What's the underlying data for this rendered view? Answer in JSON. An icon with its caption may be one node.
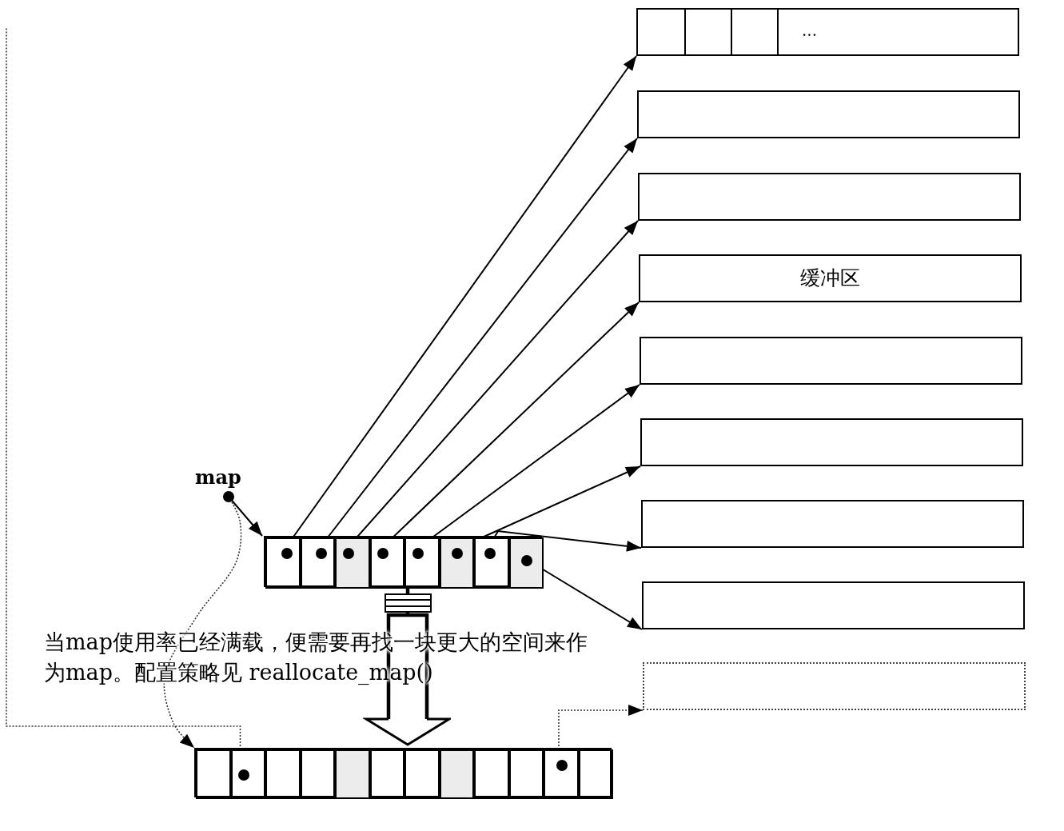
{
  "diagram": {
    "nodes": [
      {
        "text": [
          "map"
        ]
      },
      {
        "text": [],
        "shape": "box"
      },
      {
        "text": [],
        "shape": "box",
        "in": 1
      },
      {
        "text": [],
        "shape": "box",
        "in": 1
      },
      {
        "text": [],
        "shape": "box",
        "in": 1
      },
      {
        "text": [],
        "shape": "box",
        "in": 1
      },
      {
        "text": [],
        "shape": "box",
        "in": 1
      },
      {
        "text": [],
        "shape": "box",
        "in": 1
      },
      {
        "text": [],
        "shape": "box",
        "in": 1
      },
      {
        "text": [],
        "shape": "box",
        "in": 1
      },
      {
        "text": [
          "..."
        ]
      },
      {
        "text": [],
        "shape": "box"
      },
      {
        "text": [],
        "shape": "box"
      },
      {
        "text": [
          "缓冲区"
        ]
      },
      {
        "text": [],
        "shape": "box"
      },
      {
        "text": [],
        "shape": "box"
      },
      {
        "text": [],
        "shape": "box"
      },
      {
        "text": [],
        "shape": "box"
      },
      {
        "text": [],
        "shape": "box"
      },
      {
        "text": [],
        "shape": "box"
      },
      {
        "text": [],
        "shape": "box",
        "in": 19
      },
      {
        "text": [],
        "shape": "box",
        "in": 19
      },
      {
        "text": [],
        "shape": "box",
        "in": 19
      },
      {
        "text": [],
        "shape": "box",
        "in": 19
      },
      {
        "text": [],
        "shape": "box",
        "in": 19
      },
      {
        "text": [],
        "shape": "box",
        "in": 19
      },
      {
        "text": [],
        "shape": "box",
        "in": 19
      },
      {
        "text": [],
        "shape": "box",
        "in": 19
      },
      {
        "text": [],
        "shape": "box",
        "in": 19
      },
      {
        "text": [],
        "shape": "box",
        "in": 19
      },
      {
        "text": [],
        "shape": "box",
        "in": 19
      },
      {
        "text": [],
        "shape": "box",
        "in": 19
      }
    ],
    "edges": [
      {
        "from": 0,
        "to": 1,
        "arrow": "to"
      },
      {
        "from": 0,
        "to": 19,
        "arrow": "to",
        "style": "dashed"
      },
      {
        "from": 2,
        "to": 10,
        "arrow": "to"
      },
      {
        "from": 3,
        "to": 11,
        "arrow": "to"
      },
      {
        "from": 4,
        "to": 12,
        "arrow": "to"
      },
      {
        "from": 5,
        "to": 13,
        "arrow": "to"
      },
      {
        "from": 6,
        "to": 14,
        "arrow": "to"
      },
      {
        "from": 7,
        "to": 15,
        "arrow": "to"
      },
      {
        "from": 8,
        "to": 16,
        "arrow": "to"
      },
      {
        "from": 9,
        "to": 17,
        "arrow": "to"
      },
      {
        "from": 1,
        "to": 19,
        "arrow": "to",
        "style": "thick"
      },
      {
        "from": 21,
        "to": null,
        "arrow": "none",
        "style": "dashed"
      },
      {
        "from": 30,
        "to": 18,
        "arrow": "to",
        "style": "dashed"
      }
    ],
    "labels": [
      "当map使用率已经满载，便需要再找一块更大的空间来作为map。配置策略见 reallocate_map()"
    ]
  }
}
